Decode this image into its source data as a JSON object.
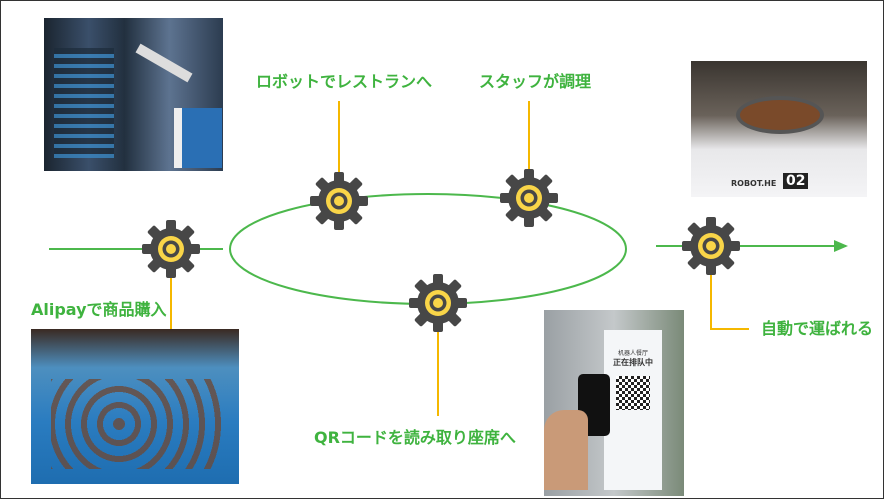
{
  "labels": {
    "robot_to_restaurant": "ロボットでレストランへ",
    "staff_cooks": "スタッフが調理",
    "alipay_purchase": "Alipayで商品購入",
    "qr_to_seat": "QRコードを読み取り座席へ",
    "auto_delivery": "自動で運ばれる"
  },
  "photos": {
    "robot_station_sign": "ROBOT.HE",
    "robot_station_number": "02",
    "qr_stand_title": "机器人餐厅",
    "qr_stand_status": "正在排队中"
  },
  "colors": {
    "flow_line": "#4cb84c",
    "connector": "#f5b800",
    "gear_body": "#474747",
    "gear_ring": "#f9d548",
    "label": "#3fb33f"
  }
}
